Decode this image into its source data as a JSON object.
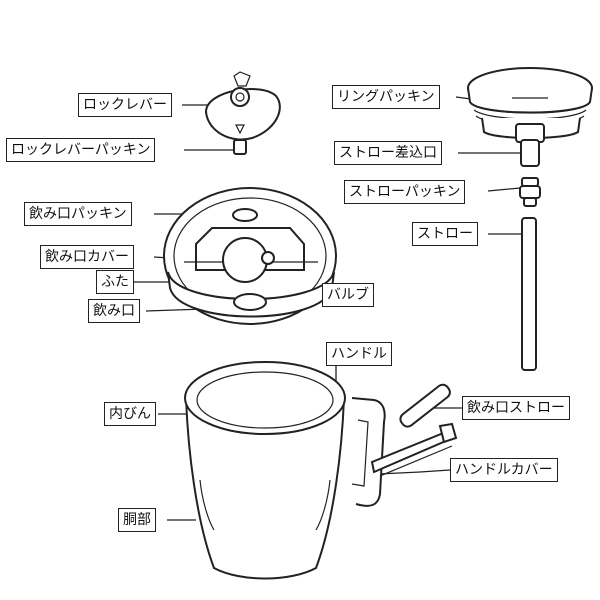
{
  "labels": {
    "lock_lever": "ロックレバー",
    "lock_lever_packing": "ロックレバーパッキン",
    "ring_packing": "リングパッキン",
    "straw_socket": "ストロー差込口",
    "straw_packing": "ストローパッキン",
    "straw": "ストロー",
    "mouth_packing": "飲み口パッキン",
    "mouth_cover": "飲み口カバー",
    "lid": "ふた",
    "valve": "バルブ",
    "mouth": "飲み口",
    "handle": "ハンドル",
    "inner_bottle": "内びん",
    "mouth_straw": "飲み口ストロー",
    "handle_cover": "ハンドルカバー",
    "body": "胴部"
  }
}
